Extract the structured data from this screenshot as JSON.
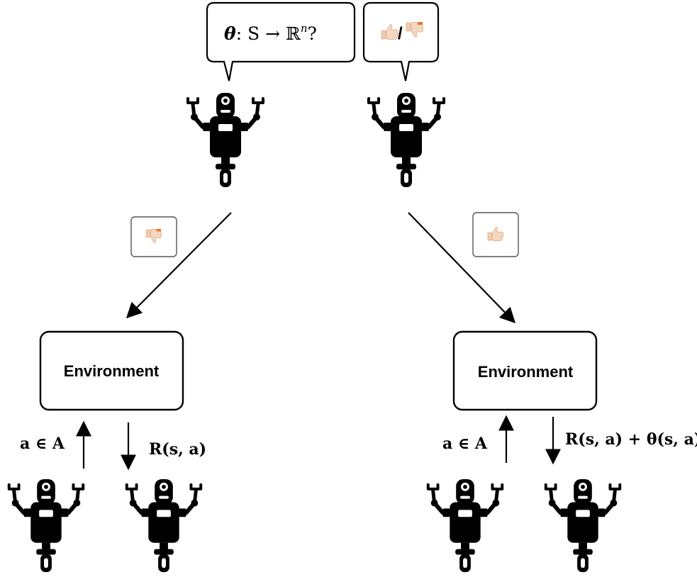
{
  "speech_bubbles": {
    "left": {
      "theta": "θ",
      "map": ": S → ℝ",
      "superscript": "n",
      "question": "?"
    },
    "right": {
      "up_icon": "thumbs-up-icon",
      "separator": "/",
      "down_icon": "thumbs-down-icon"
    }
  },
  "feedback": {
    "left_icon": "thumbs-down-icon",
    "right_icon": "thumbs-up-icon",
    "skin_color": "#f5d7c0"
  },
  "environments": {
    "left": {
      "label": "Environment",
      "action_label": "a ∈ A",
      "reward_label": "R(s, a)"
    },
    "right": {
      "label": "Environment",
      "action_label": "a ∈ A",
      "reward_label": "R(s, a) + θ(s, a)"
    }
  }
}
